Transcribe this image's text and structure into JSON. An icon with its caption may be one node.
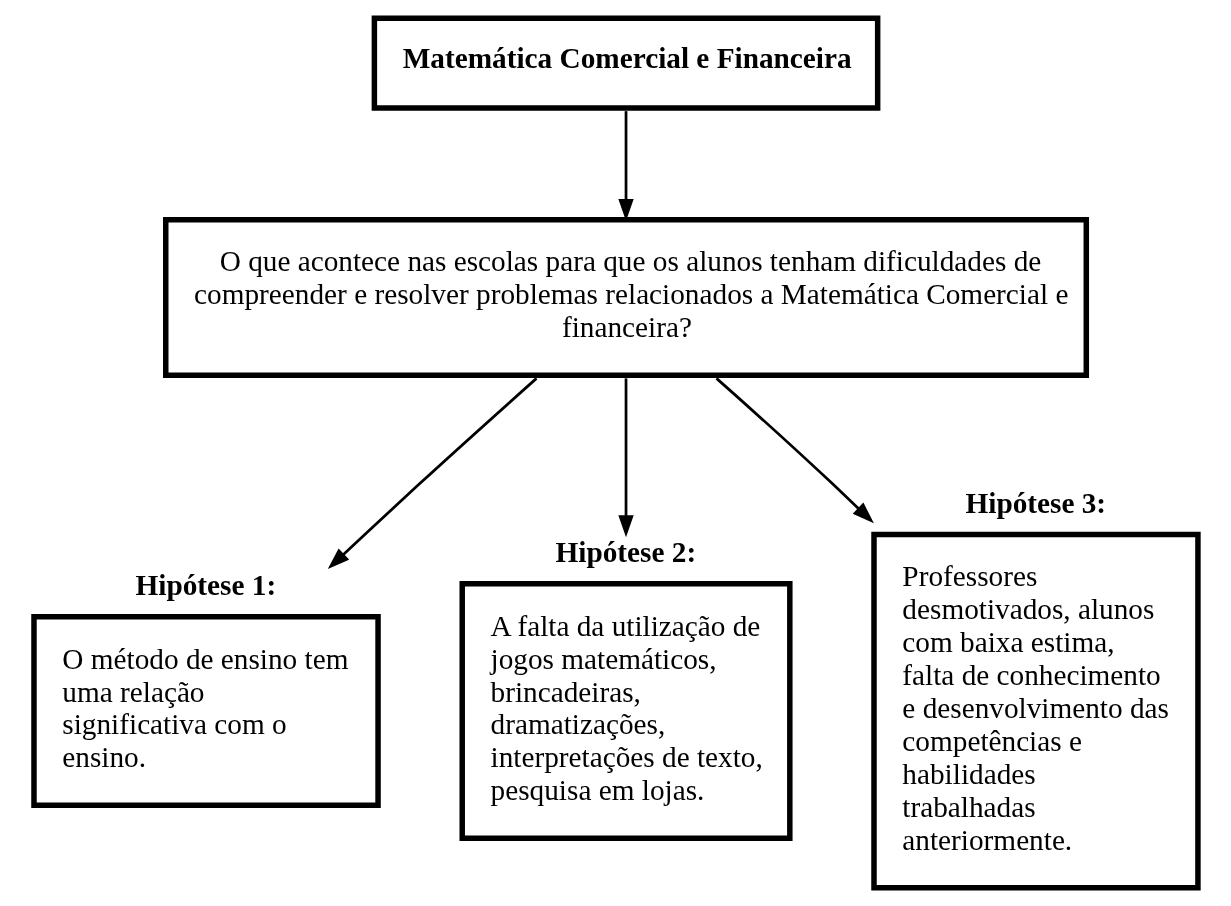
{
  "diagram": {
    "nodes": [
      {
        "text": [
          "Matemática Comercial e Financeira"
        ]
      },
      {
        "text": [
          "O que acontece nas escolas para que os alunos tenham dificuldades de compreender e resolver problemas relacionados a Matemática Comercial e financeira?"
        ]
      },
      {
        "text": [
          "Hipótese 1:",
          "O método de ensino tem uma relação significativa com o ensino."
        ]
      },
      {
        "text": [
          "Hipótese 2:",
          "A falta da utilização de jogos matemáticos, brincadeiras, dramatizações, interpretações de texto, pesquisa em lojas."
        ]
      },
      {
        "text": [
          "Hipótese 3:",
          "Professores desmotivados, alunos com baixa estima, falta de conhecimento e desenvolvimento das competências e habilidades trabalhadas anteriormente."
        ]
      }
    ],
    "edges": [
      {
        "from": 0,
        "to": 1,
        "arrow": "to"
      },
      {
        "from": 1,
        "to": 2,
        "arrow": "to"
      },
      {
        "from": 1,
        "to": 3,
        "arrow": "to"
      },
      {
        "from": 1,
        "to": 4,
        "arrow": "to"
      }
    ]
  }
}
